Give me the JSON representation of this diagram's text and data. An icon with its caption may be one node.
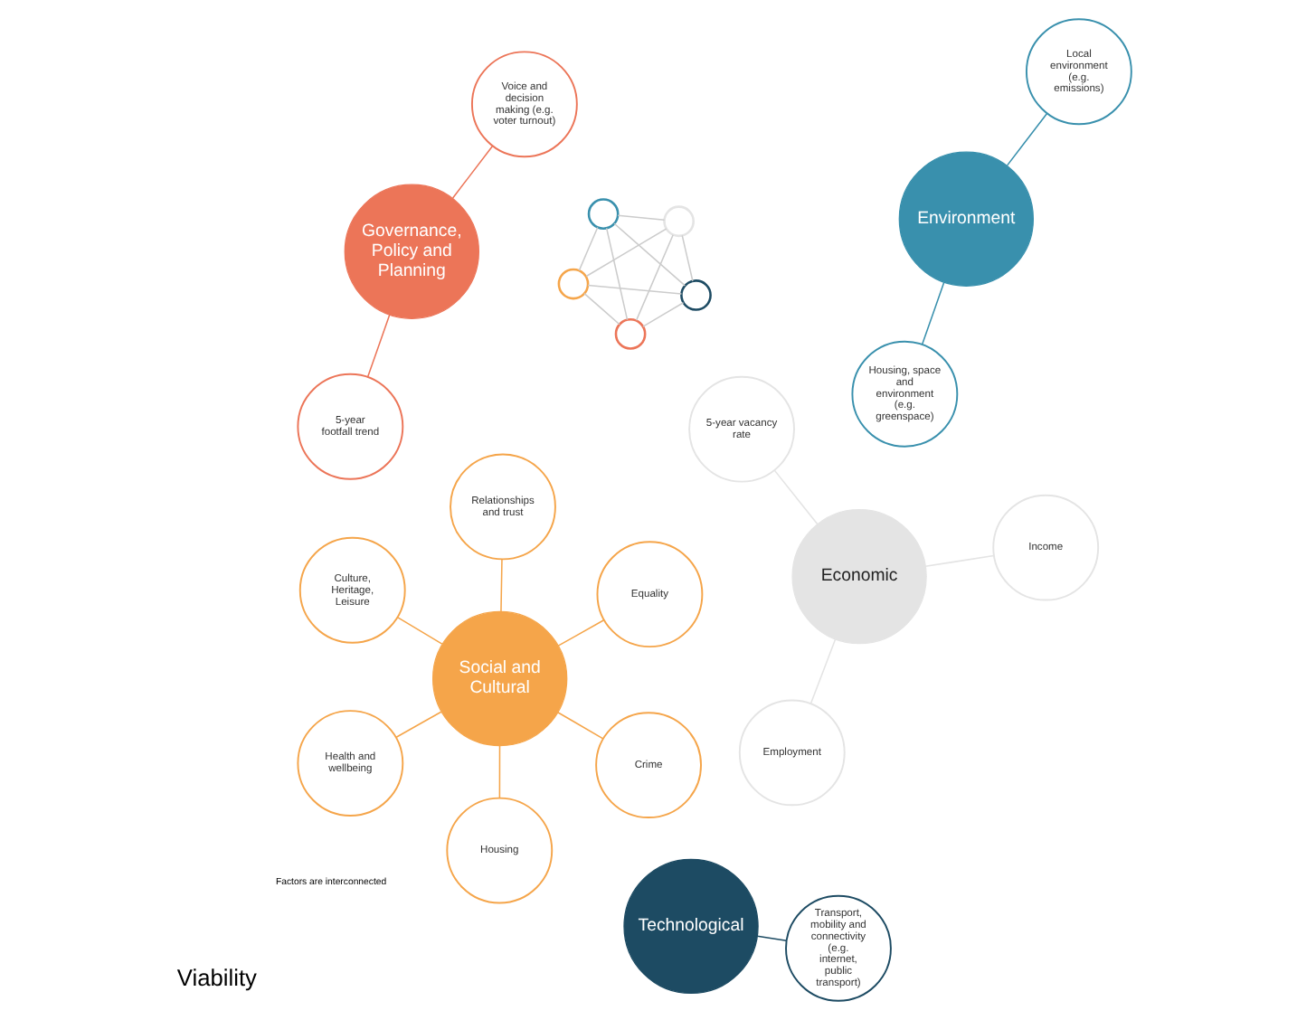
{
  "diagram": {
    "nodes": [
      {
        "text": [],
        "shape": "circle"
      },
      {
        "text": [],
        "shape": "circle"
      },
      {
        "text": [],
        "shape": "circle"
      },
      {
        "text": [],
        "shape": "circle"
      },
      {
        "text": [],
        "shape": "circle"
      },
      {
        "text": [
          "Social and Cultural"
        ]
      },
      {
        "text": [
          "Crime"
        ]
      },
      {
        "text": [
          "Housing"
        ]
      },
      {
        "text": [
          "Culture, Heritage, Leisure"
        ]
      },
      {
        "text": [
          "Equality"
        ]
      },
      {
        "text": [
          "Relationships and trust"
        ]
      },
      {
        "text": [
          "Health and wellbeing"
        ]
      },
      {
        "text": [
          "Technological"
        ]
      },
      {
        "text": [
          "Transport, mobility and connectivity (e.g. internet, public transport)"
        ]
      },
      {
        "text": [
          "Governance, Policy and Planning"
        ]
      },
      {
        "text": [
          "Voice and decision making (e.g. voter turnout)"
        ]
      },
      {
        "text": [
          "5-year footfall trend"
        ]
      },
      {
        "text": [
          "Environment"
        ]
      },
      {
        "text": [
          "Local environment (e.g. emissions)"
        ]
      },
      {
        "text": [
          "Housing, space and environment (e.g. greenspace)"
        ]
      },
      {
        "text": [
          "Economic"
        ]
      },
      {
        "text": [
          "Income"
        ]
      },
      {
        "text": [
          "Employment"
        ]
      },
      {
        "text": [
          "5-year vacancy rate"
        ]
      }
    ],
    "edges": [
      {
        "from": 0,
        "to": 1,
        "arrow": "none",
        "color": "#cccccc"
      },
      {
        "from": 0,
        "to": 2,
        "arrow": "none",
        "color": "#cccccc"
      },
      {
        "from": 0,
        "to": 3,
        "arrow": "none",
        "color": "#cccccc"
      },
      {
        "from": 0,
        "to": 4,
        "arrow": "none",
        "color": "#cccccc"
      },
      {
        "from": 1,
        "to": 2,
        "arrow": "none",
        "color": "#cccccc"
      },
      {
        "from": 1,
        "to": 3,
        "arrow": "none",
        "color": "#cccccc"
      },
      {
        "from": 1,
        "to": 4,
        "arrow": "none",
        "color": "#cccccc"
      },
      {
        "from": 2,
        "to": 3,
        "arrow": "none",
        "color": "#cccccc"
      },
      {
        "from": 2,
        "to": 4,
        "arrow": "none",
        "color": "#cccccc"
      },
      {
        "from": 3,
        "to": 4,
        "arrow": "none",
        "color": "#cccccc"
      },
      {
        "from": 5,
        "to": 6,
        "arrow": "none",
        "color": "#f5a54a"
      },
      {
        "from": 5,
        "to": 7,
        "arrow": "none",
        "color": "#f5a54a"
      },
      {
        "from": 5,
        "to": 8,
        "arrow": "none",
        "color": "#f5a54a"
      },
      {
        "from": 5,
        "to": 9,
        "arrow": "none",
        "color": "#f5a54a"
      },
      {
        "from": 5,
        "to": 10,
        "arrow": "none",
        "color": "#f5a54a"
      },
      {
        "from": 5,
        "to": 11,
        "arrow": "none",
        "color": "#f5a54a"
      },
      {
        "from": 12,
        "to": 13,
        "arrow": "none",
        "color": "#1d4b63"
      },
      {
        "from": 14,
        "to": 15,
        "arrow": "none",
        "color": "#ec7558"
      },
      {
        "from": 14,
        "to": 16,
        "arrow": "none",
        "color": "#ec7558"
      },
      {
        "from": 17,
        "to": 18,
        "arrow": "none",
        "color": "#3990ad"
      },
      {
        "from": 17,
        "to": 19,
        "arrow": "none",
        "color": "#3990ad"
      },
      {
        "from": 20,
        "to": 21,
        "arrow": "none",
        "color": "#e4e4e4"
      },
      {
        "from": 20,
        "to": 22,
        "arrow": "none",
        "color": "#e4e4e4"
      },
      {
        "from": 20,
        "to": 23,
        "arrow": "none",
        "color": "#e4e4e4"
      }
    ],
    "labels": [
      "Factors are interconnected",
      "Viability"
    ]
  }
}
